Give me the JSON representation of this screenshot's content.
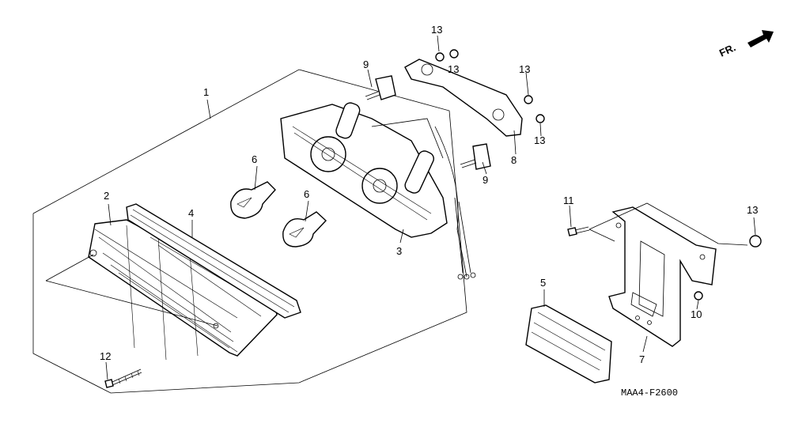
{
  "diagram": {
    "direction_marker": "FR.",
    "figure_code": "MAA4-F2600",
    "callouts": [
      {
        "id": "c1",
        "num": "1"
      },
      {
        "id": "c2",
        "num": "2"
      },
      {
        "id": "c3",
        "num": "3"
      },
      {
        "id": "c4",
        "num": "4"
      },
      {
        "id": "c5",
        "num": "5"
      },
      {
        "id": "c6a",
        "num": "6"
      },
      {
        "id": "c6b",
        "num": "6"
      },
      {
        "id": "c7",
        "num": "7"
      },
      {
        "id": "c8",
        "num": "8"
      },
      {
        "id": "c9a",
        "num": "9"
      },
      {
        "id": "c9b",
        "num": "9"
      },
      {
        "id": "c10",
        "num": "10"
      },
      {
        "id": "c11",
        "num": "11"
      },
      {
        "id": "c12",
        "num": "12"
      },
      {
        "id": "c13a",
        "num": "13"
      },
      {
        "id": "c13b",
        "num": "13"
      },
      {
        "id": "c13c",
        "num": "13"
      },
      {
        "id": "c13d",
        "num": "13"
      },
      {
        "id": "c13e",
        "num": "13"
      }
    ]
  }
}
